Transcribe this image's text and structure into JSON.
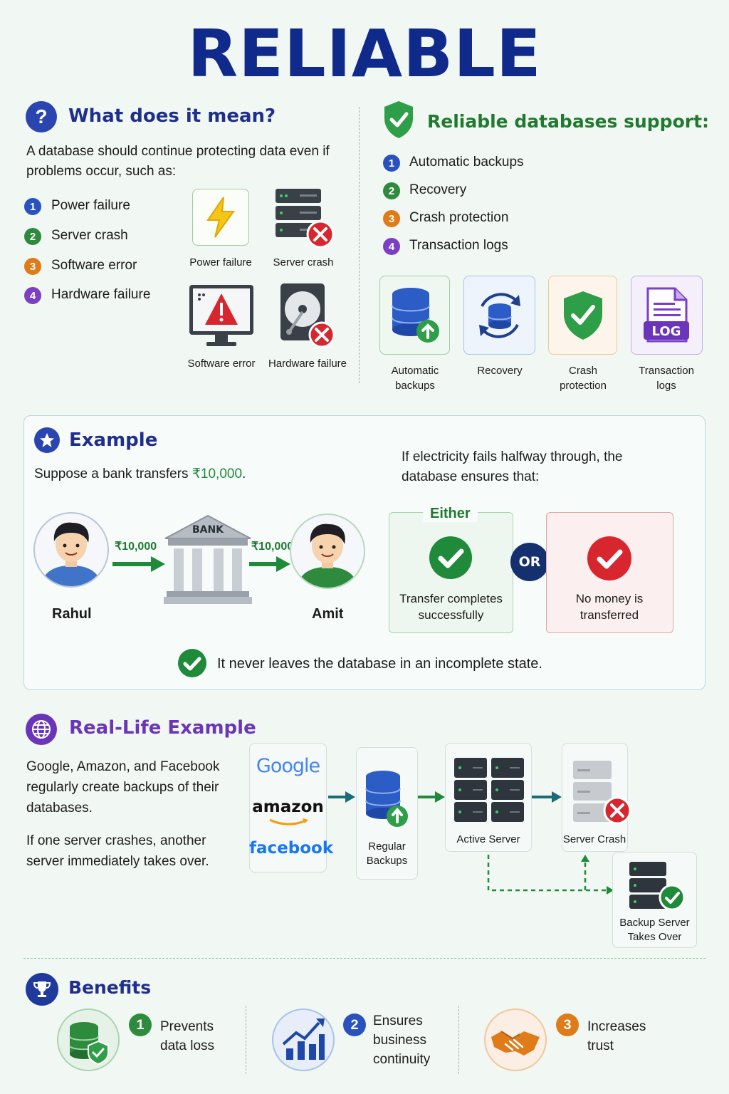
{
  "title": "RELIABLE",
  "meaning": {
    "heading": "What does it mean?",
    "intro": "A database should continue protecting data even if problems occur, such as:",
    "items": [
      {
        "num": "1",
        "label": "Power failure",
        "color": "#2a52be"
      },
      {
        "num": "2",
        "label": "Server crash",
        "color": "#2e8b3e"
      },
      {
        "num": "3",
        "label": "Software error",
        "color": "#e07b1a"
      },
      {
        "num": "4",
        "label": "Hardware failure",
        "color": "#7b3fc4"
      }
    ],
    "icons": [
      "Power failure",
      "Server crash",
      "Software error",
      "Hardware failure"
    ]
  },
  "support": {
    "heading": "Reliable databases support:",
    "items": [
      {
        "num": "1",
        "label": "Automatic backups",
        "color": "#2a52be"
      },
      {
        "num": "2",
        "label": "Recovery",
        "color": "#2e8b3e"
      },
      {
        "num": "3",
        "label": "Crash protection",
        "color": "#e07b1a"
      },
      {
        "num": "4",
        "label": "Transaction logs",
        "color": "#7b3fc4"
      }
    ],
    "tiles": [
      "Automatic\nbackups",
      "Recovery",
      "Crash\nprotection",
      "Transaction\nlogs"
    ],
    "log_label": "LOG"
  },
  "example": {
    "heading": "Example",
    "intro_prefix": "Suppose a bank transfers ",
    "amount": "₹10,000",
    "intro_suffix": ".",
    "sender": "Rahul",
    "receiver": "Amit",
    "bank_label": "BANK",
    "arrow1": "₹10,000",
    "arrow2": "₹10,000",
    "condition": "If electricity fails halfway through, the database ensures that:",
    "either": "Either",
    "success": "Transfer completes successfully",
    "or": "OR",
    "failure": "No money is transferred",
    "conclusion": "It never leaves the database in an incomplete state."
  },
  "real_life": {
    "heading": "Real-Life Example",
    "p1": "Google, Amazon, and Facebook regularly create backups of their databases.",
    "p2": "If one server crashes, another server immediately takes over.",
    "brands": [
      "Google",
      "amazon",
      "facebook"
    ],
    "backups": "Regular Backups",
    "active": "Active Server",
    "crash": "Server Crash",
    "backup_server": "Backup Server Takes Over"
  },
  "benefits": {
    "heading": "Benefits",
    "items": [
      {
        "num": "1",
        "label": "Prevents data loss",
        "color": "#2e8b3e"
      },
      {
        "num": "2",
        "label": "Ensures business continuity",
        "color": "#2a52be"
      },
      {
        "num": "3",
        "label": "Increases trust",
        "color": "#e07b1a"
      }
    ]
  }
}
